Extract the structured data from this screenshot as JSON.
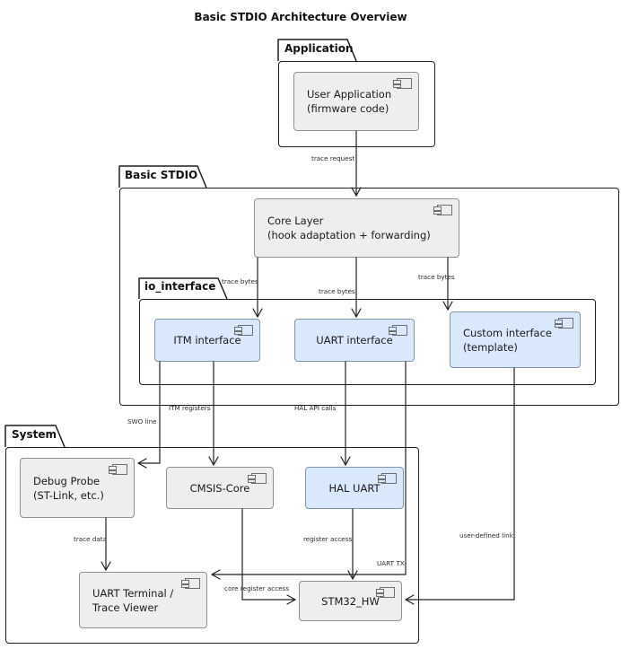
{
  "title": "Basic STDIO Architecture Overview",
  "packages": [
    {
      "id": "application",
      "name": "Application"
    },
    {
      "id": "basic-stdio",
      "name": "Basic STDIO"
    },
    {
      "id": "io-interface",
      "name": "io_interface"
    },
    {
      "id": "system",
      "name": "System"
    }
  ],
  "components": [
    {
      "id": "user-application",
      "package": "application",
      "lines": [
        "User Application",
        "(firmware code)"
      ],
      "variant": "grey"
    },
    {
      "id": "core-layer",
      "package": "basic-stdio",
      "lines": [
        "Core Layer",
        "(hook adaptation + forwarding)"
      ],
      "variant": "grey"
    },
    {
      "id": "itm-interface",
      "package": "io-interface",
      "lines": [
        "ITM interface"
      ],
      "variant": "blue"
    },
    {
      "id": "uart-interface",
      "package": "io-interface",
      "lines": [
        "UART interface"
      ],
      "variant": "blue"
    },
    {
      "id": "custom-interface",
      "package": "io-interface",
      "lines": [
        "Custom interface",
        "(template)"
      ],
      "variant": "blue"
    },
    {
      "id": "debug-probe",
      "package": "system",
      "lines": [
        "Debug Probe",
        "(ST-Link, etc.)"
      ],
      "variant": "grey"
    },
    {
      "id": "cmsis-core",
      "package": "system",
      "lines": [
        "CMSIS-Core"
      ],
      "variant": "grey"
    },
    {
      "id": "hal-uart",
      "package": "system",
      "lines": [
        "HAL UART"
      ],
      "variant": "blue"
    },
    {
      "id": "uart-terminal",
      "package": "system",
      "lines": [
        "UART Terminal /",
        "Trace Viewer"
      ],
      "variant": "grey"
    },
    {
      "id": "stm32-hw",
      "package": "system",
      "lines": [
        "STM32_HW"
      ],
      "variant": "grey"
    }
  ],
  "edges": [
    {
      "from": "user-application",
      "to": "core-layer",
      "label": "trace request"
    },
    {
      "from": "core-layer",
      "to": "itm-interface",
      "label": "trace bytes"
    },
    {
      "from": "core-layer",
      "to": "uart-interface",
      "label": "trace bytes"
    },
    {
      "from": "core-layer",
      "to": "custom-interface",
      "label": "trace bytes"
    },
    {
      "from": "itm-interface",
      "to": "debug-probe",
      "label": "SWO line"
    },
    {
      "from": "itm-interface",
      "to": "cmsis-core",
      "label": "ITM registers"
    },
    {
      "from": "uart-interface",
      "to": "hal-uart",
      "label": "HAL API calls"
    },
    {
      "from": "uart-interface",
      "to": "uart-terminal",
      "label": "UART TX"
    },
    {
      "from": "custom-interface",
      "to": "stm32-hw",
      "label": "user-defined link"
    },
    {
      "from": "debug-probe",
      "to": "uart-terminal",
      "label": "trace data"
    },
    {
      "from": "hal-uart",
      "to": "stm32-hw",
      "label": "register access"
    },
    {
      "from": "cmsis-core",
      "to": "stm32-hw",
      "label": "core register access"
    }
  ],
  "colors": {
    "component_grey_fill": "#eeeeee",
    "component_grey_border": "#919191",
    "component_blue_fill": "#dae8fc",
    "component_blue_border": "#8094aa",
    "package_border": "#1f1f1f",
    "connector": "#222222",
    "text": "#1a1a1a",
    "background": "#ffffff"
  }
}
